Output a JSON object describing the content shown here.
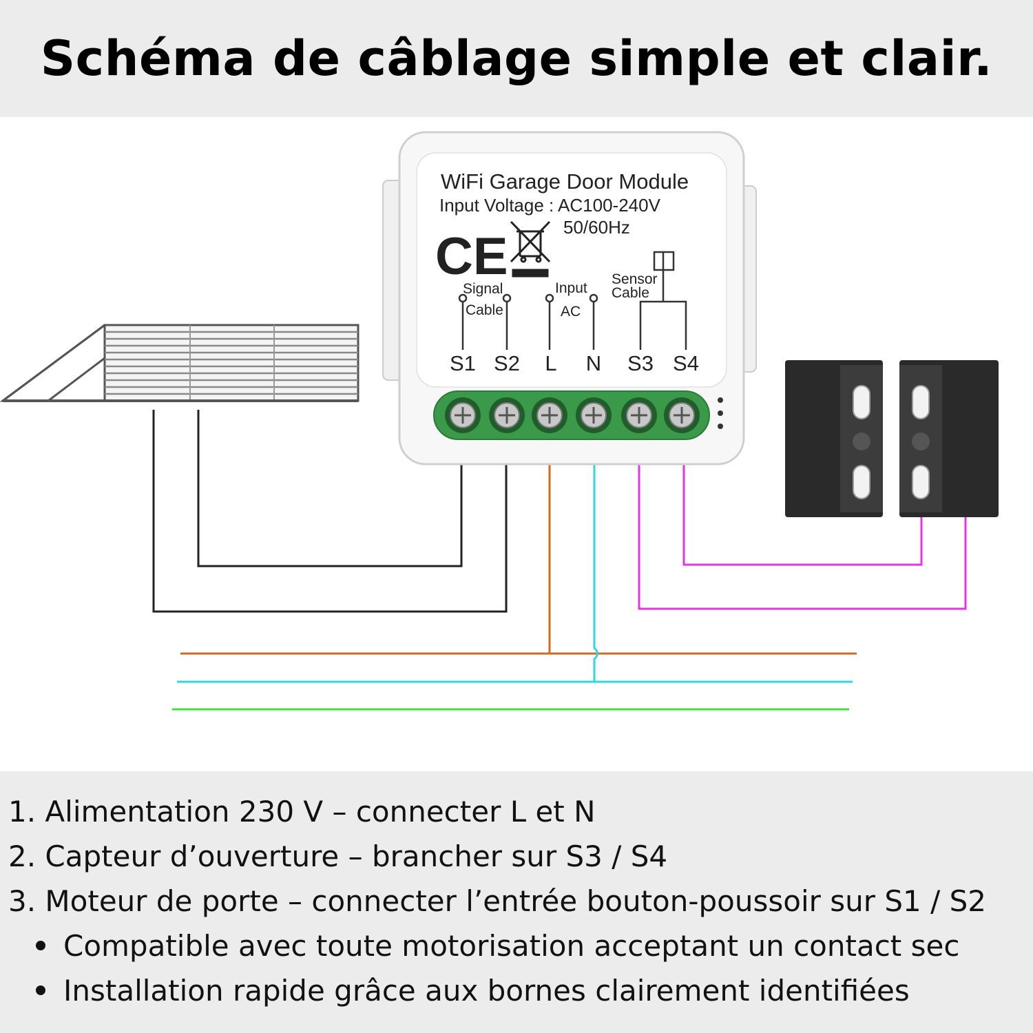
{
  "header": {
    "title": "Schéma de câblage simple et clair."
  },
  "module": {
    "title": "WiFi Garage Door Module",
    "voltage": "Input Voltage : AC100-240V",
    "frequency": "50/60Hz",
    "ce_mark": "CE",
    "signal_label_1": "Signal",
    "signal_label_2": "Cable",
    "input_label_1": "Input",
    "input_label_2": "AC",
    "sensor_label_1": "Sensor",
    "sensor_label_2": "Cable",
    "terminals": [
      "S1",
      "S2",
      "L",
      "N",
      "S3",
      "S4"
    ]
  },
  "colors": {
    "live_wire": "#d2691e",
    "neutral_wire": "#33d6dc",
    "earth_wire": "#44dd44",
    "sensor_wire": "#e633e6",
    "signal_wire": "#222222",
    "terminal_block": "#3a9a4a"
  },
  "footer": {
    "items": [
      "1. Alimentation 230 V – connecter L et N",
      "2. Capteur d’ouverture – brancher sur S3 / S4",
      "3. Moteur de porte – connecter l’entrée bouton-poussoir sur S1 / S2"
    ],
    "bullets": [
      "Compatible avec toute motorisation acceptant un contact sec",
      "Installation rapide grâce aux bornes clairement identifiées"
    ]
  }
}
